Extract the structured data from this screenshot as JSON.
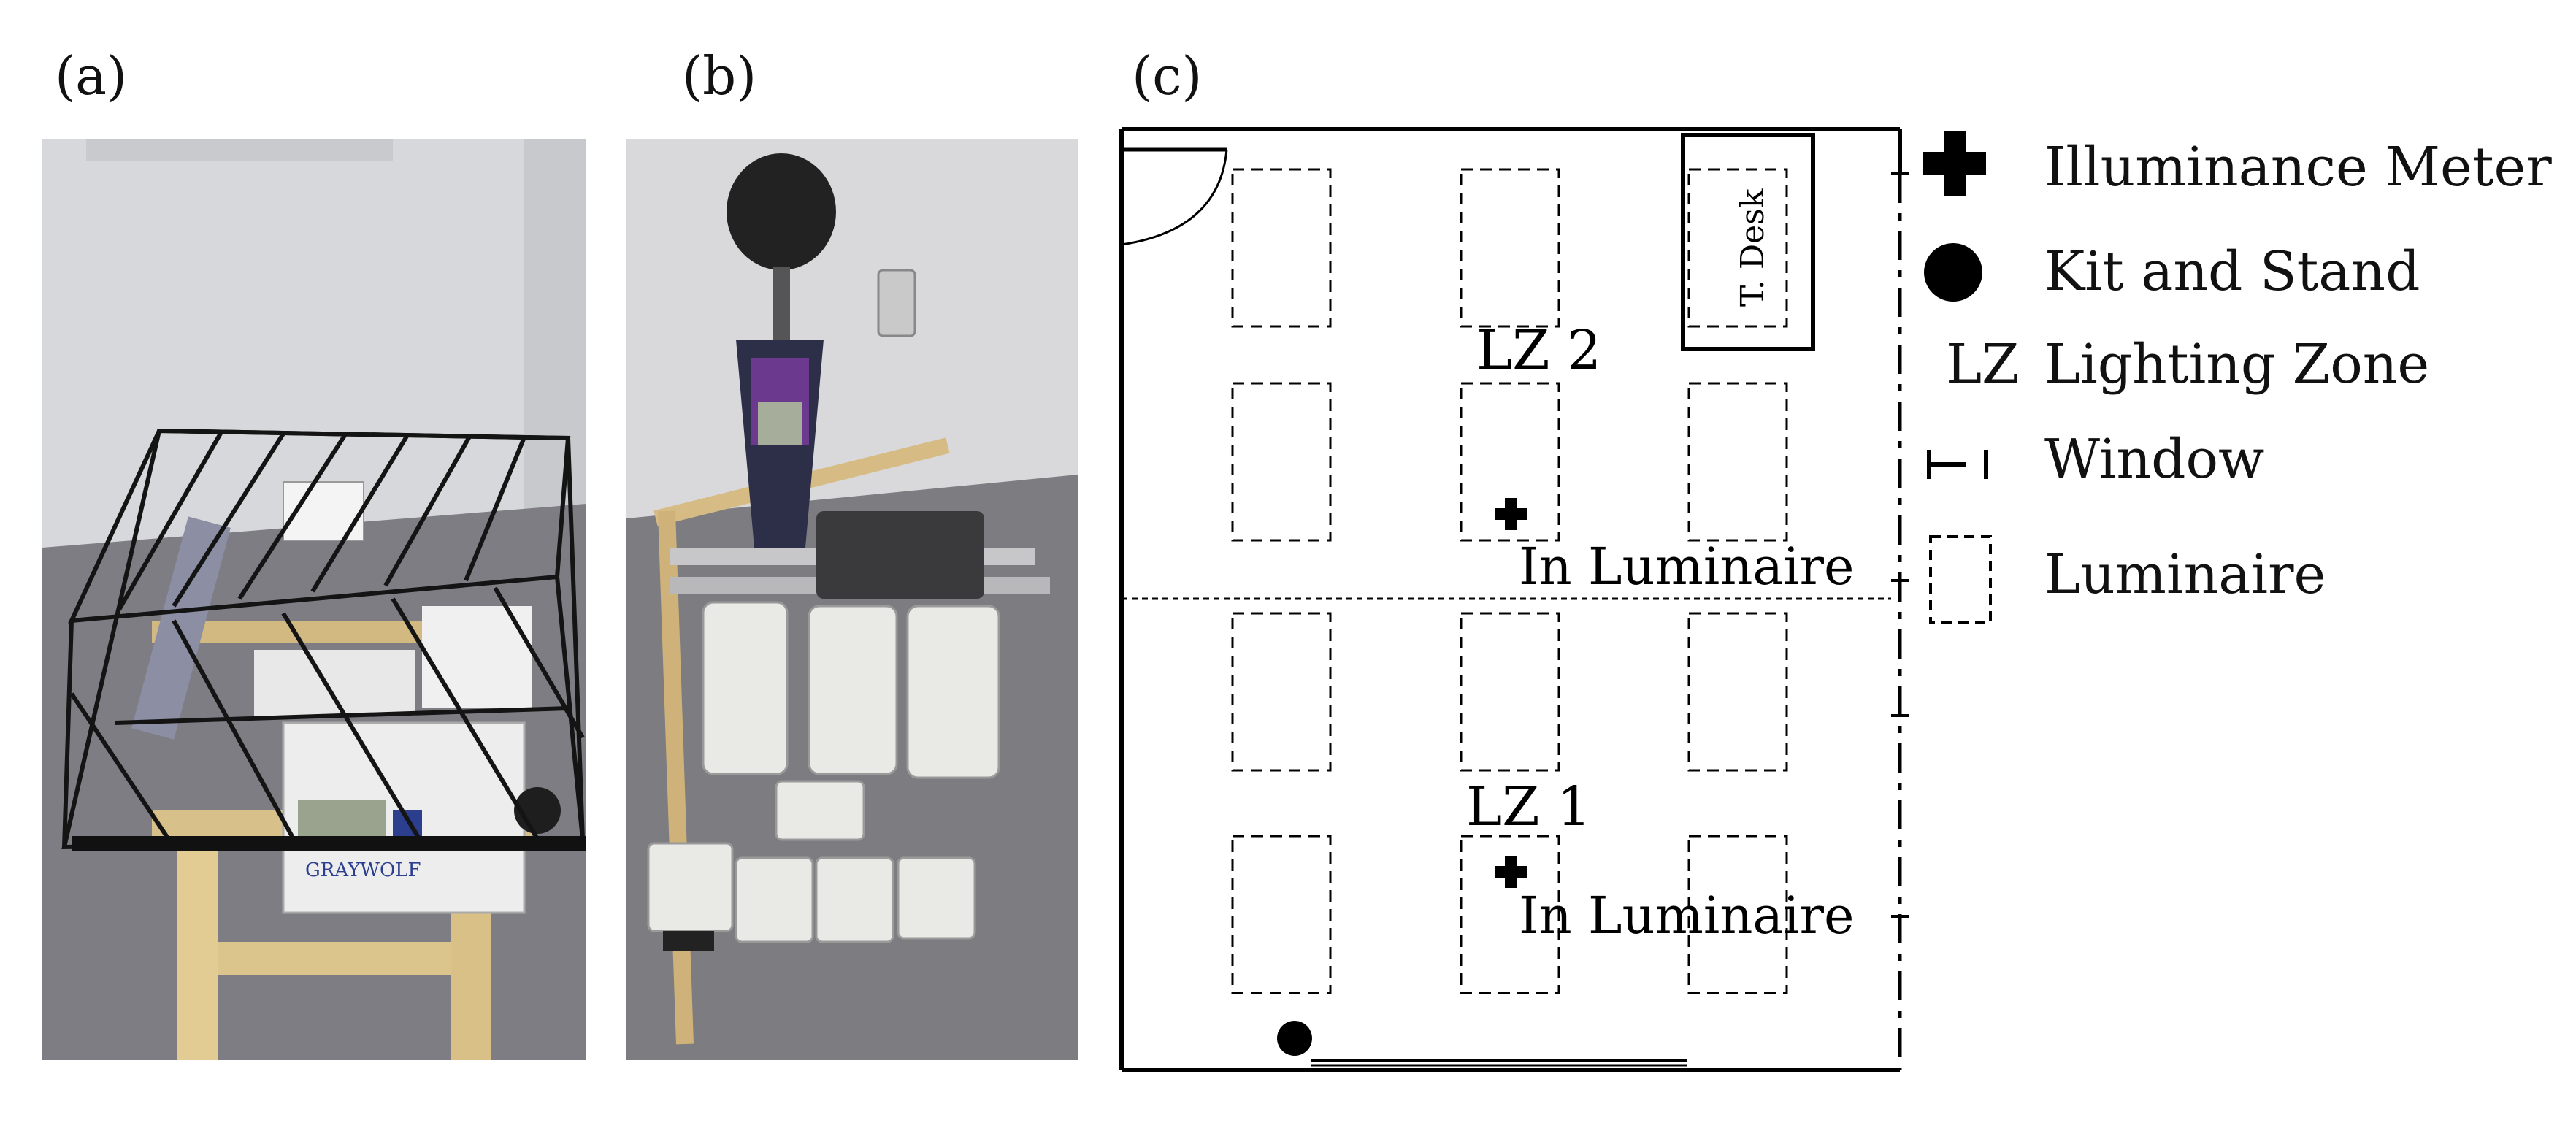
{
  "panel_labels": {
    "a": "(a)",
    "b": "(b)",
    "c": "(c)"
  },
  "photo_a": {
    "brand_text": "GRAYWOLF"
  },
  "floorplan": {
    "desk_label": "T. Desk",
    "zone2_label": "LZ 2",
    "zone1_label": "LZ 1",
    "in_luminaire_top": "In Luminaire",
    "in_luminaire_bottom": "In Luminaire"
  },
  "legend": {
    "items": [
      {
        "symbol": "plus-icon",
        "label": "Illuminance Meter"
      },
      {
        "symbol": "filled-circle-icon",
        "label": "Kit and Stand"
      },
      {
        "symbol": "text-LZ",
        "symbol_text": "LZ",
        "label": "Lighting Zone"
      },
      {
        "symbol": "window-line-icon",
        "label": "Window"
      },
      {
        "symbol": "dashed-rectangle-icon",
        "label": "Luminaire"
      }
    ]
  },
  "colors": {
    "line": "#000000",
    "background": "#ffffff"
  }
}
